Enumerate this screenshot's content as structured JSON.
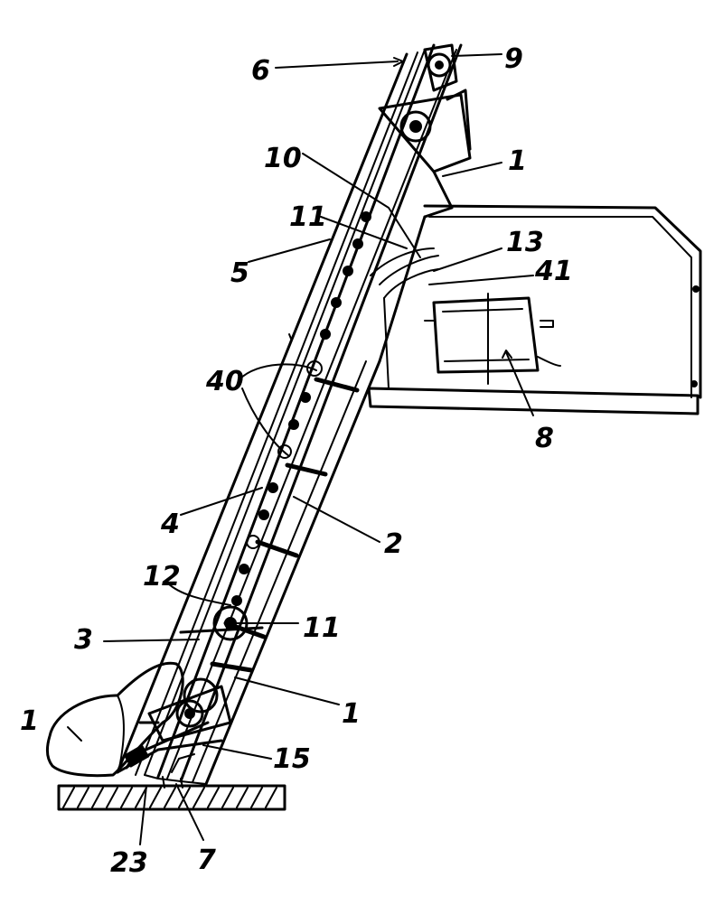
{
  "labels": {
    "l6": "6",
    "l9": "9",
    "l10": "10",
    "l1_top": "1",
    "l11_top": "11",
    "l13": "13",
    "l5": "5",
    "l41": "41",
    "l8": "8",
    "l40": "40",
    "l4": "4",
    "l2": "2",
    "l12": "12",
    "l11_mid": "11",
    "l3": "3",
    "l1_right": "1",
    "l1_left": "1",
    "l15": "15",
    "l23": "23",
    "l7": "7"
  }
}
